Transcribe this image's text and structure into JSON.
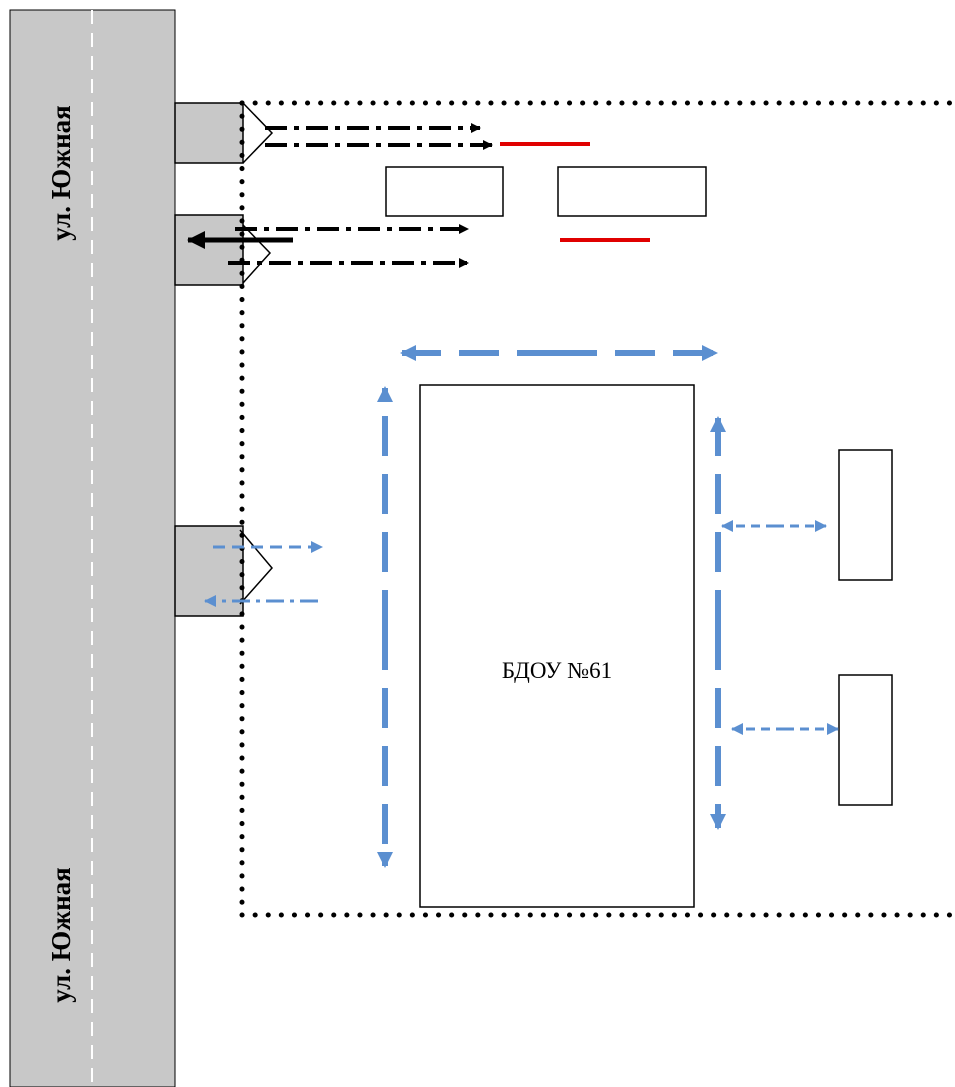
{
  "street": {
    "label_top": "ул. Южная",
    "label_bottom": "ул. Южная"
  },
  "building": {
    "label": "БДОУ №61"
  },
  "colors": {
    "road": "#c8c8c8",
    "road_center_line": "#ffffff",
    "vehicle_arrow": "#000000",
    "pedestrian_arrow": "#5b8fd0",
    "marking_red": "#e00000",
    "outline": "#000000",
    "background": "#ffffff"
  },
  "legend_semantics": {
    "vehicle_path": "dash-dot black arrows",
    "pedestrian_path": "dashed blue arrows",
    "territory_boundary": "dotted black line"
  }
}
